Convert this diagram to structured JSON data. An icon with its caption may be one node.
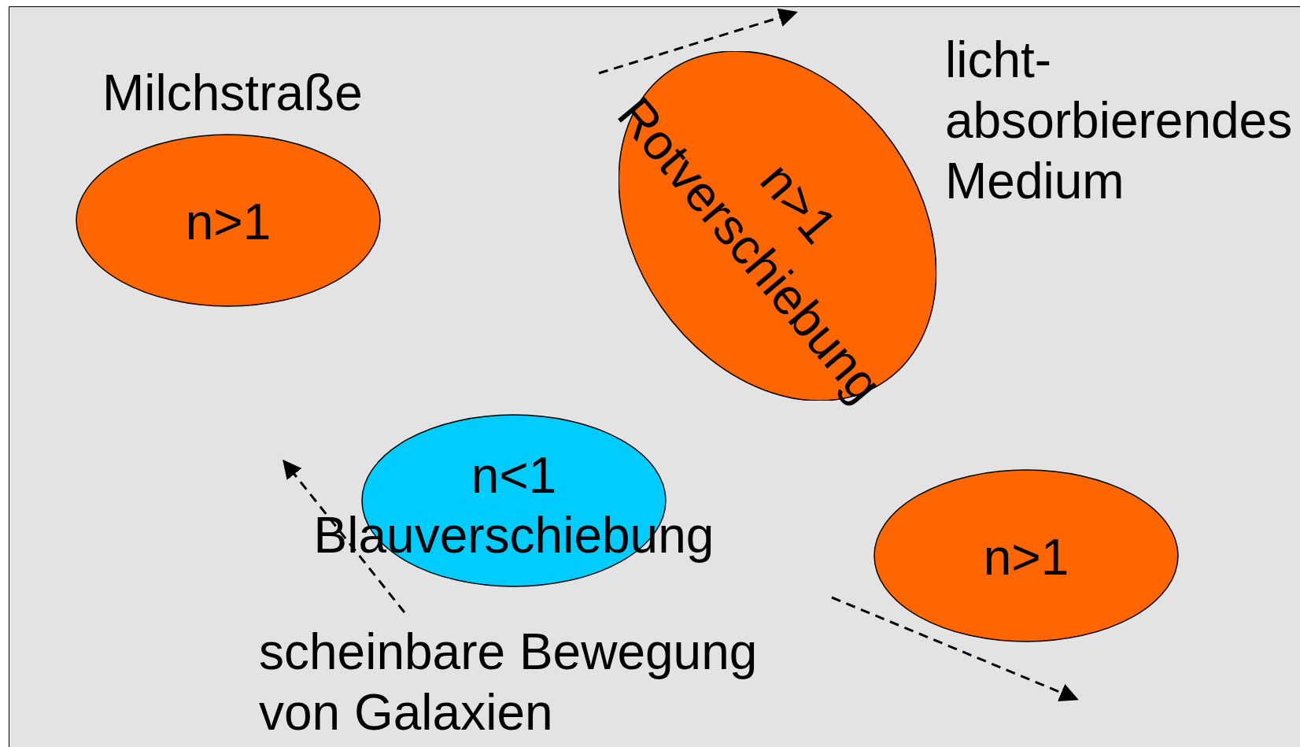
{
  "diagram": {
    "nodes": [
      {
        "text": [
          "n>1"
        ],
        "beside": [
          "Milchstraße"
        ]
      },
      {
        "text": [
          "n>1",
          "Rotverschiebung"
        ]
      },
      {
        "text": [
          "n<1",
          "Blauverschiebung"
        ]
      },
      {
        "text": [
          "n>1"
        ]
      }
    ],
    "labels": [
      "licht- absorbierendes Medium",
      "scheinbare Bewegung von Galaxien"
    ]
  }
}
